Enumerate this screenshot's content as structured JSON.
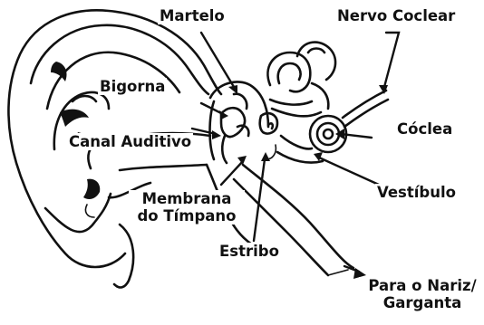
{
  "labels": {
    "martelo": "Martelo",
    "nervo_coclear": "Nervo Coclear",
    "bigorna": "Bigorna",
    "coclea": "Cóclea",
    "canal_auditivo": "Canal Auditivo",
    "vestibulo": "Vestíbulo",
    "membrana_line1": "Membrana",
    "membrana_line2": "do Tímpano",
    "estribo": "Estribo",
    "nariz_line1": "Para o Nariz/",
    "nariz_line2": "Garganta"
  },
  "colors": {
    "ink": "#111111",
    "background": "#ffffff"
  }
}
